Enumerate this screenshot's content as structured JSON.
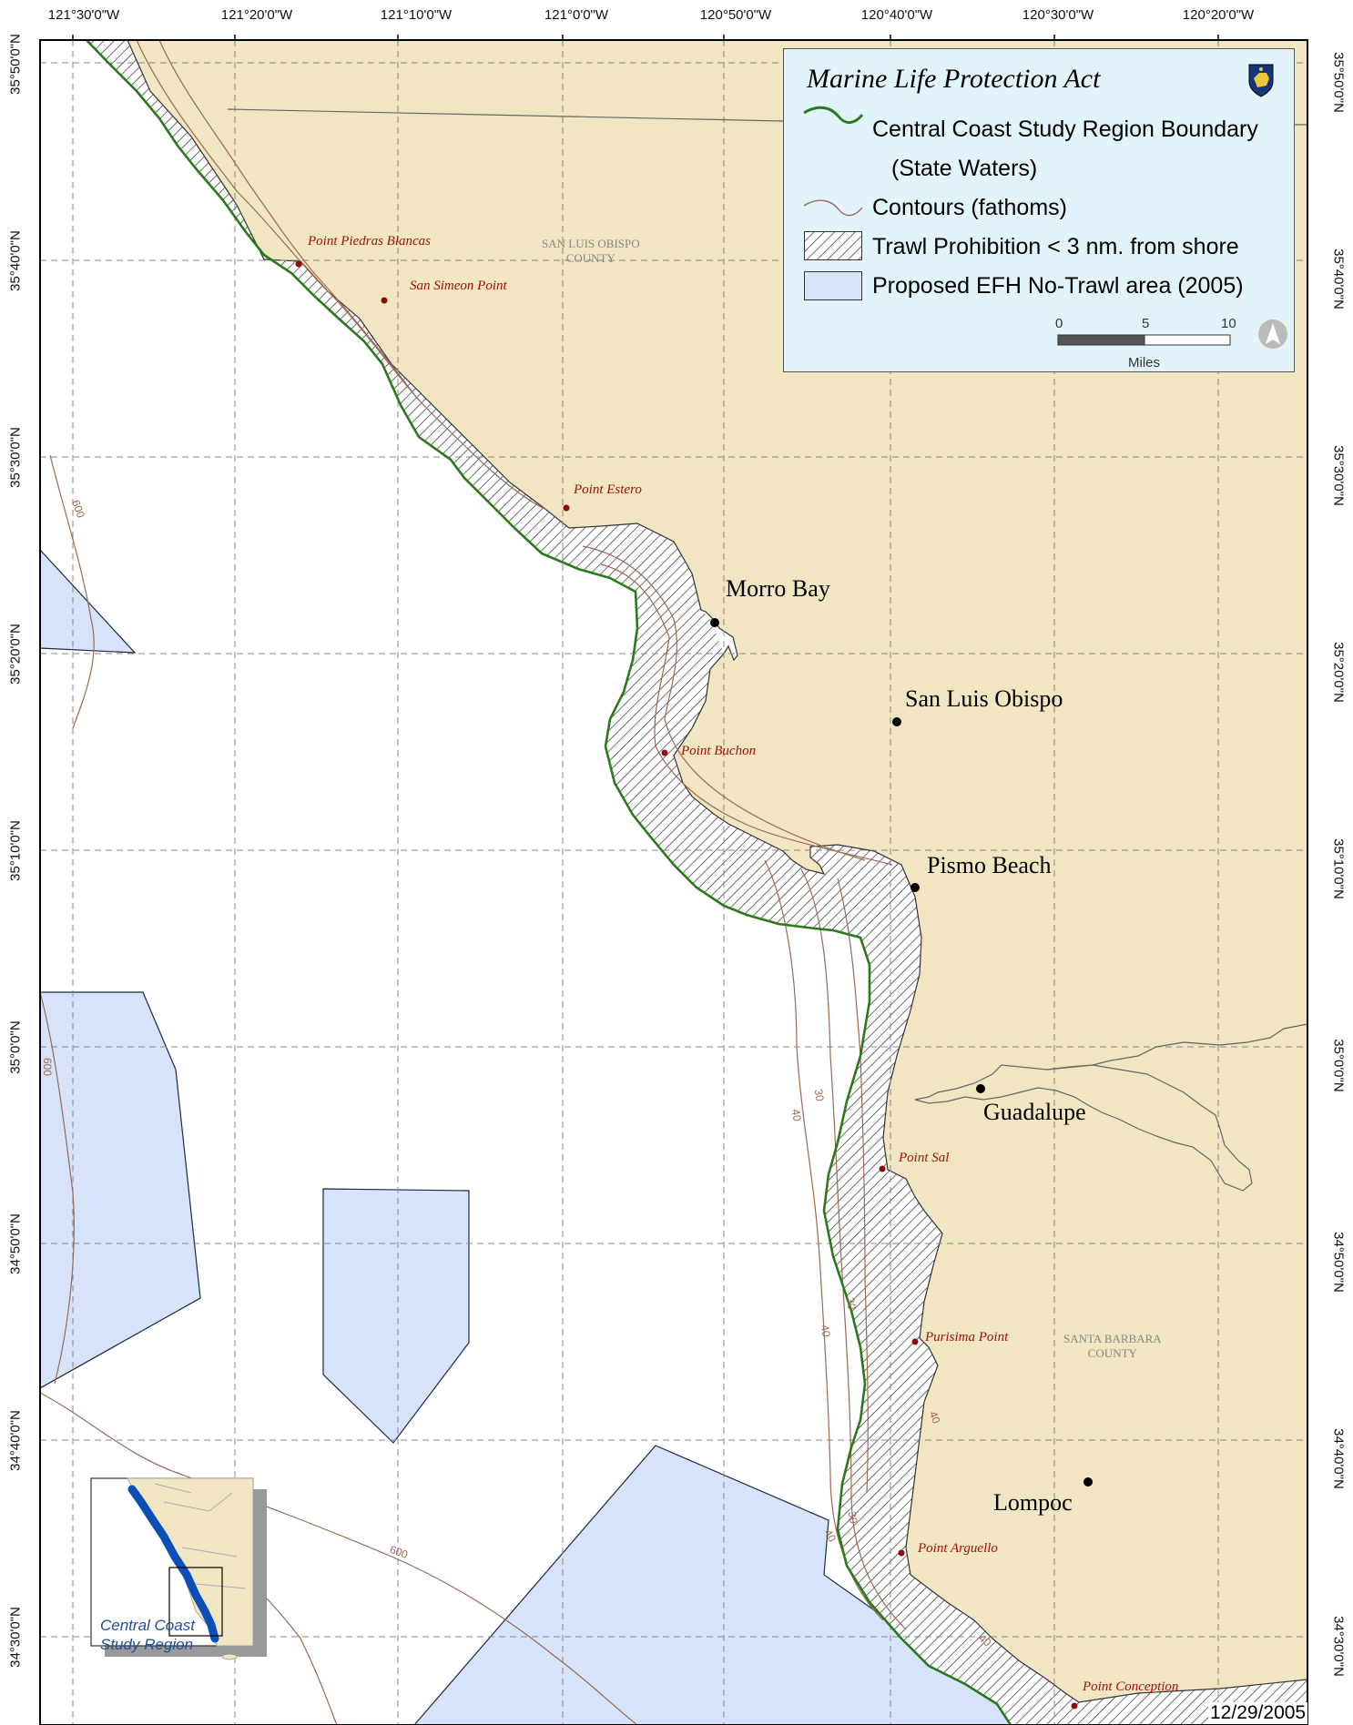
{
  "map": {
    "top_ticks": [
      "121°30'0\"W",
      "121°20'0\"W",
      "121°10'0\"W",
      "121°0'0\"W",
      "120°50'0\"W",
      "120°40'0\"W",
      "120°30'0\"W",
      "120°20'0\"W"
    ],
    "left_ticks": [
      "35°50'0\"N",
      "35°40'0\"N",
      "35°30'0\"N",
      "35°20'0\"N",
      "35°10'0\"N",
      "35°0'0\"N",
      "34°50'0\"N",
      "34°40'0\"N",
      "34°30'0\"N"
    ],
    "right_ticks": [
      "35°50'0\"N",
      "35°40'0\"N",
      "35°30'0\"N",
      "35°20'0\"N",
      "35°10'0\"N",
      "35°0'0\"N",
      "34°50'0\"N",
      "34°40'0\"N",
      "34°30'0\"N"
    ],
    "cities": [
      "Morro Bay",
      "San Luis Obispo",
      "Pismo Beach",
      "Guadalupe",
      "Lompoc"
    ],
    "points": [
      "Point Piedras Blancas",
      "San Simeon Point",
      "Point Estero",
      "Point Buchon",
      "Point Sal",
      "Purisima Point",
      "Point Arguello",
      "Point Conception"
    ],
    "counties": {
      "slo_line1": "SAN LUIS OBISPO",
      "slo_line2": "COUNTY",
      "sb_line1": "SANTA BARBARA",
      "sb_line2": "COUNTY"
    },
    "contour_labels": [
      "600",
      "600",
      "600",
      "40",
      "30",
      "40",
      "30",
      "40",
      "30",
      "40",
      "40"
    ],
    "date": "12/29/2005",
    "colors": {
      "land": "#f1e5c2",
      "water": "#ffffff",
      "efh": "#d7e3fb",
      "boundary": "#2a7a1a",
      "contour": "#9a6a55",
      "legend_bg": "#e2f4fb",
      "inset_region": "#0a4fb5"
    }
  },
  "legend": {
    "title": "Marine Life Protection Act",
    "items": {
      "boundary_line1": "Central Coast Study Region Boundary",
      "boundary_line2": "(State Waters)",
      "contours": "Contours (fathoms)",
      "trawl": "Trawl Prohibition < 3 nm. from shore",
      "efh": "Proposed EFH No-Trawl area (2005)"
    },
    "scale": {
      "labels": [
        "0",
        "5",
        "10"
      ],
      "unit": "Miles"
    },
    "icons": [
      "state-seal-icon",
      "north-arrow-icon"
    ]
  },
  "inset": {
    "label_line1": "Central Coast",
    "label_line2": "Study Region"
  }
}
